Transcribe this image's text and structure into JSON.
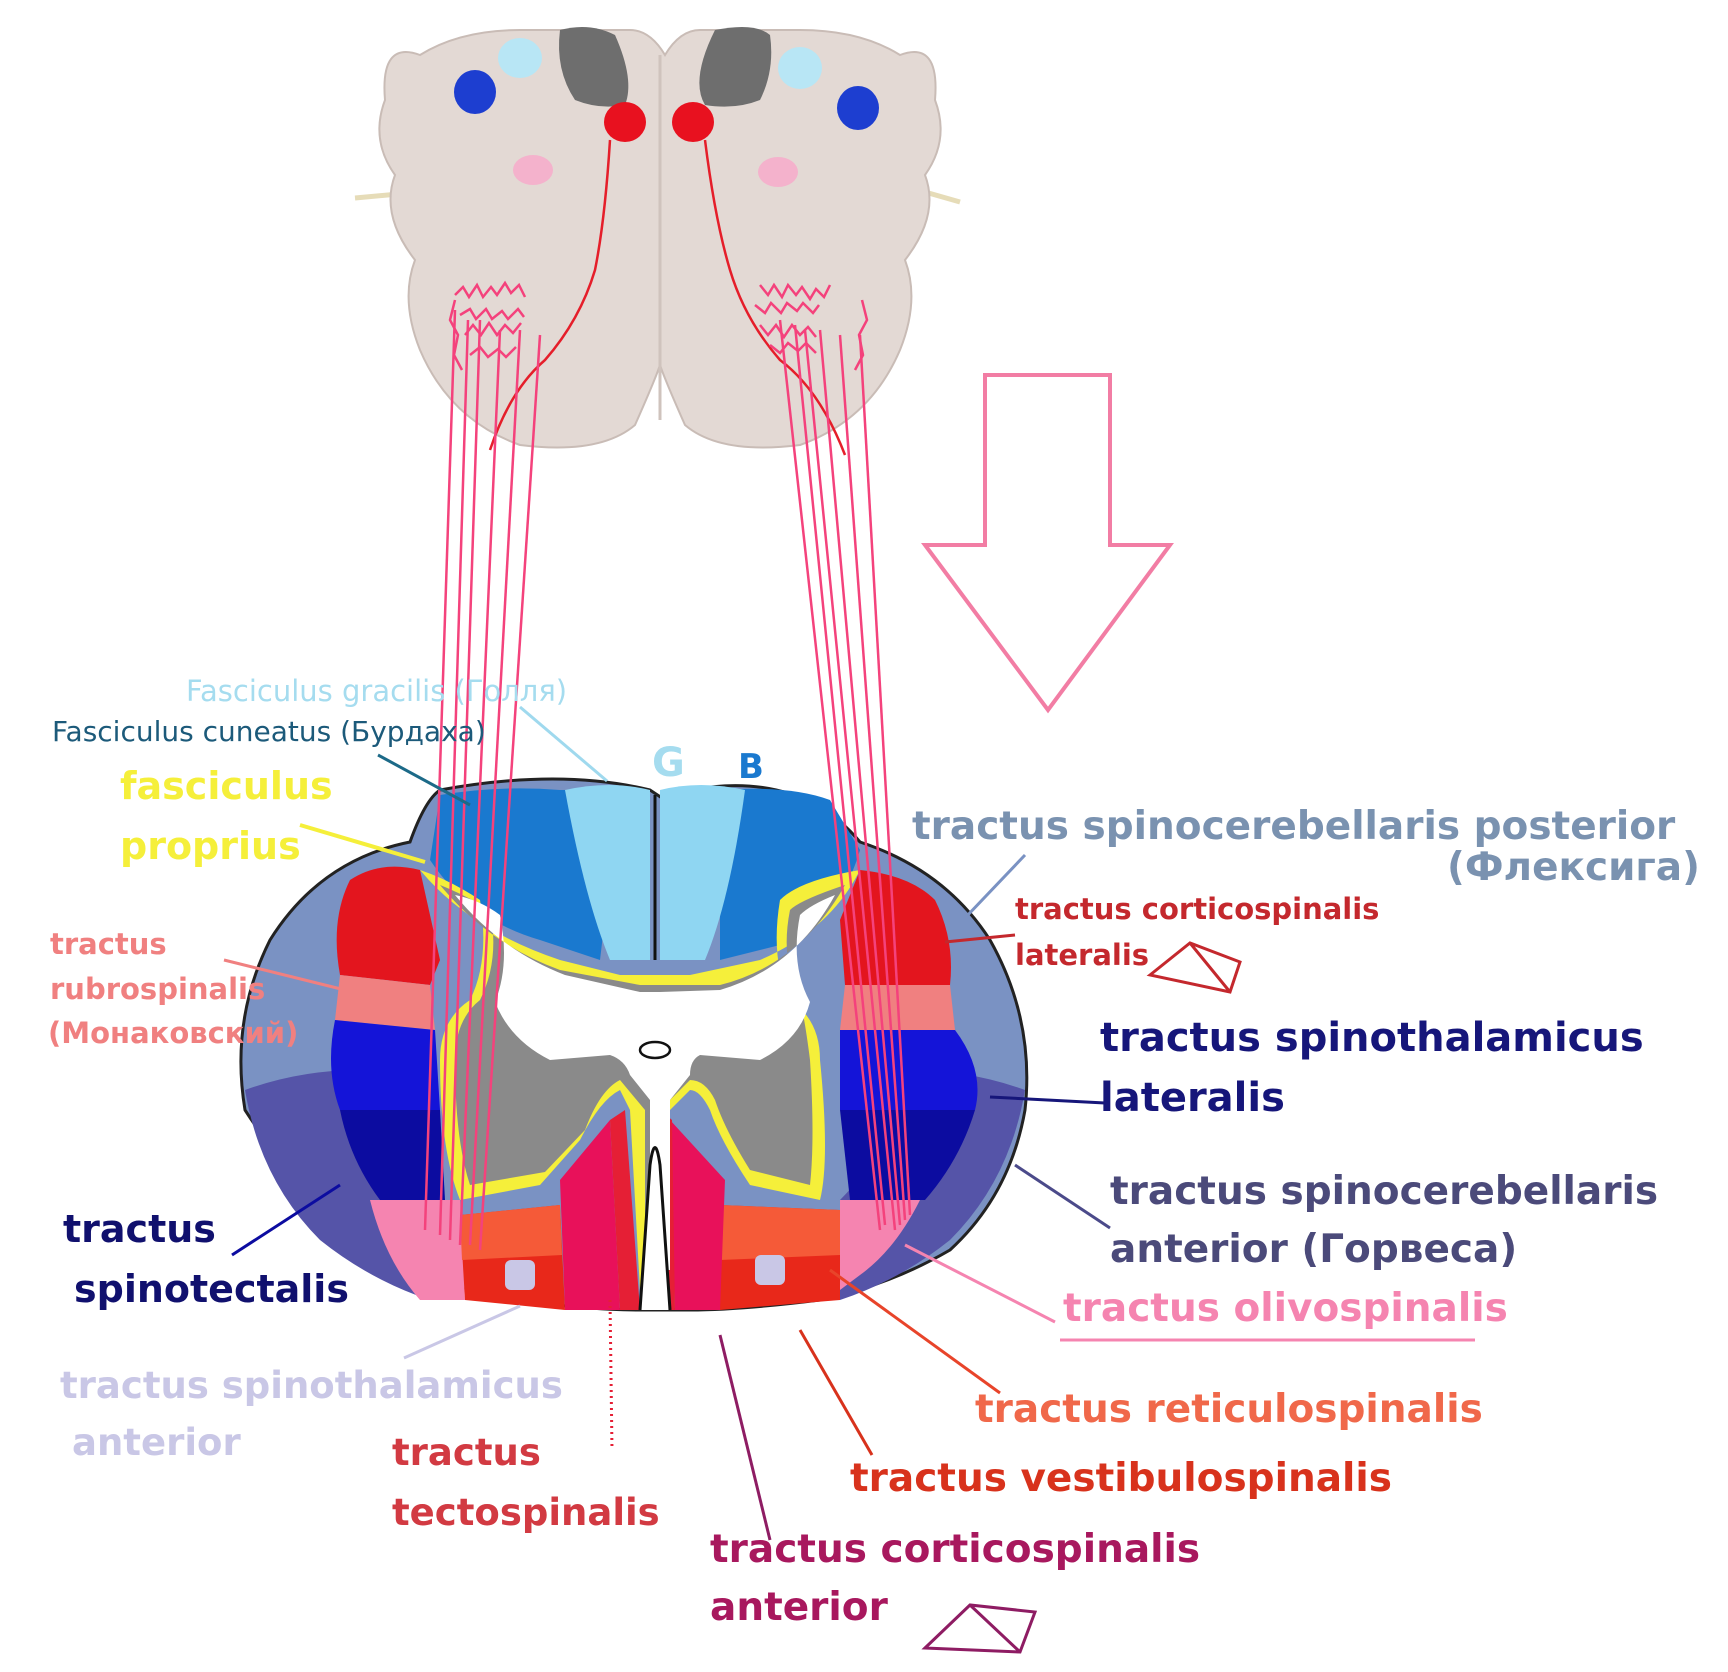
{
  "colors": {
    "fasciculus_gracilis": "#8fd6f2",
    "fasciculus_cuneatus": "#1a79cf",
    "fasciculus_proprius": "#f5ef3a",
    "spinocerebellaris_posterior": "#7a92c3",
    "corticospinalis_lateralis": "#e3151e",
    "rubrospinalis": "#f08080",
    "spinothalamicus_lateralis": "#1414d8",
    "spinocerebellaris_anterior": "#5554a8",
    "spinotectalis": "#0c0ca0",
    "olivospinalis": "#f584b0",
    "reticulospinalis": "#f55a38",
    "vestibulospinalis": "#e8281a",
    "corticospinalis_anterior": "#e8115a",
    "tectospinalis": "#e51f35",
    "spinothalamicus_anterior": "#c9c7e6",
    "fiber_lines": "#f4427c",
    "brainstem": "#e3d9d4"
  },
  "labels": {
    "gracilis": "Fasciculus gracilis (Голля)",
    "cuneatus": "Fasciculus cuneatus (Бурдаха)",
    "proprius_1": "fasciculus",
    "proprius_2": "proprius",
    "rubro_1": "tractus",
    "rubro_2": "rubrospinalis",
    "rubro_3": "(Монаковский)",
    "spinotectalis_1": "tractus",
    "spinotectalis_2": "spinotectalis",
    "spinothal_ant_1": "tractus spinothalamicus",
    "spinothal_ant_2": "anterior",
    "tectospinalis_1": "tractus",
    "tectospinalis_2": "tectospinalis",
    "g_letter": "G",
    "b_letter": "B",
    "scb_post_1": "tractus spinocerebellaris posterior",
    "scb_post_2": "(Флексига)",
    "cs_lat_1": "tractus corticospinalis",
    "cs_lat_2": "lateralis",
    "st_lat_1": "tractus spinothalamicus",
    "st_lat_2": "lateralis",
    "scb_ant_1": "tractus spinocerebellaris",
    "scb_ant_2": "anterior (Горвеса)",
    "olivo": "tractus olivospinalis",
    "reticulo": "tractus reticulospinalis",
    "vestibulo": "tractus vestibulospinalis",
    "cs_ant_1": "tractus corticospinalis",
    "cs_ant_2": "anterior"
  }
}
